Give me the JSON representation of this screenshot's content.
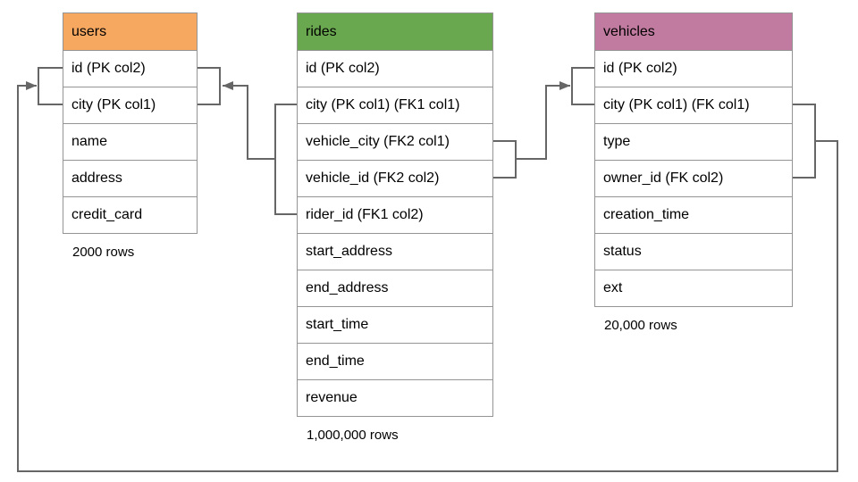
{
  "tables": [
    {
      "name": "users",
      "header_color": "#F6A861",
      "columns": [
        "id (PK col2)",
        "city (PK col1)",
        "name",
        "address",
        "credit_card"
      ],
      "row_count": "2000 rows"
    },
    {
      "name": "rides",
      "header_color": "#6AA84F",
      "columns": [
        "id (PK col2)",
        "city (PK col1) (FK1 col1)",
        "vehicle_city (FK2 col1)",
        "vehicle_id (FK2 col2)",
        "rider_id (FK1 col2)",
        "start_address",
        "end_address",
        "start_time",
        "end_time",
        "revenue"
      ],
      "row_count": "1,000,000 rows"
    },
    {
      "name": "vehicles",
      "header_color": "#C27BA0",
      "columns": [
        "id (PK col2)",
        "city (PK col1) (FK col1)",
        "type",
        "owner_id (FK col2)",
        "creation_time",
        "status",
        "ext"
      ],
      "row_count": "20,000 rows"
    }
  ],
  "relationships": [
    {
      "from_table": "rides",
      "from_columns": [
        "city (FK1 col1)",
        "rider_id (FK1 col2)"
      ],
      "to_table": "users",
      "to_columns": [
        "city (PK col1)",
        "id (PK col2)"
      ]
    },
    {
      "from_table": "rides",
      "from_columns": [
        "vehicle_city (FK2 col1)",
        "vehicle_id (FK2 col2)"
      ],
      "to_table": "vehicles",
      "to_columns": [
        "city (PK col1)",
        "id (PK col2)"
      ]
    },
    {
      "from_table": "vehicles",
      "from_columns": [
        "city (FK col1)",
        "owner_id (FK col2)"
      ],
      "to_table": "users",
      "to_columns": [
        "city (PK col1)",
        "id (PK col2)"
      ]
    }
  ],
  "colors": {
    "table_border": "#949494",
    "connector": "#666666",
    "text": "#000000"
  }
}
